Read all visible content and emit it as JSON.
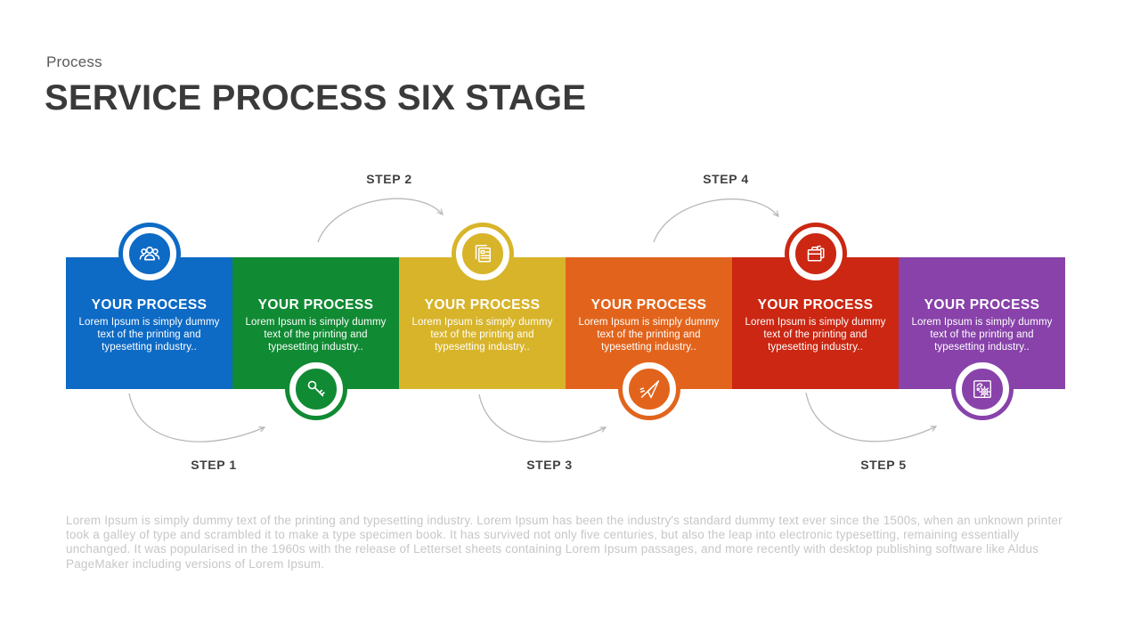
{
  "header": {
    "eyebrow": "Process",
    "title": "SERVICE PROCESS SIX STAGE"
  },
  "blocks": [
    {
      "title": "YOUR PROCESS",
      "body": "Lorem Ipsum is simply dummy text of the printing and typesetting industry..",
      "color": "#0d6ac5",
      "icon": "users-group-icon",
      "icon_position": "top"
    },
    {
      "title": "YOUR PROCESS",
      "body": "Lorem Ipsum is simply dummy text of the printing and typesetting industry..",
      "color": "#108a33",
      "icon": "key-icon",
      "icon_position": "bottom"
    },
    {
      "title": "YOUR PROCESS",
      "body": "Lorem Ipsum is simply dummy text of the printing and typesetting industry..",
      "color": "#d8b42a",
      "icon": "report-icon",
      "icon_position": "top"
    },
    {
      "title": "YOUR PROCESS",
      "body": "Lorem Ipsum is simply dummy text of the printing and typesetting industry..",
      "color": "#e2641c",
      "icon": "paper-plane-icon",
      "icon_position": "bottom"
    },
    {
      "title": "YOUR PROCESS",
      "body": "Lorem Ipsum is simply dummy text of the printing and typesetting industry..",
      "color": "#cb2712",
      "icon": "briefcase-icon",
      "icon_position": "top"
    },
    {
      "title": "YOUR PROCESS",
      "body": "Lorem Ipsum is simply dummy text of the printing and typesetting industry..",
      "color": "#8842aa",
      "icon": "blueprint-gear-icon",
      "icon_position": "bottom"
    }
  ],
  "steps": [
    {
      "label": "STEP 1"
    },
    {
      "label": "STEP 2"
    },
    {
      "label": "STEP 3"
    },
    {
      "label": "STEP 4"
    },
    {
      "label": "STEP 5"
    }
  ],
  "arrow_color": "#b8b8b8",
  "footer": {
    "paragraph": "Lorem Ipsum is simply dummy text of the printing and typesetting industry. Lorem Ipsum has been the industry's standard dummy text ever since the 1500s, when an unknown printer took a galley of type and scrambled it to make a type specimen book. It has survived not only five centuries, but also the leap into electronic typesetting, remaining essentially unchanged. It was  popularised in the 1960s with the release of Letterset sheets containing Lorem Ipsum passages, and more recently with  desktop publishing software like Aldus PageMaker including versions of Lorem Ipsum."
  }
}
